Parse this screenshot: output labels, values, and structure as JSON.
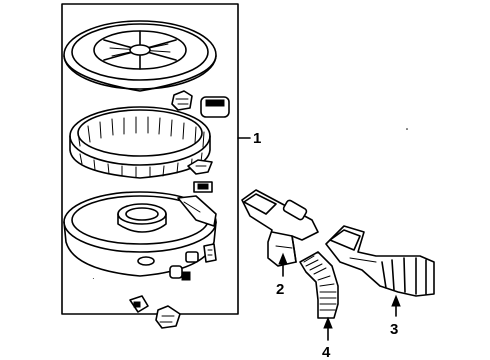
{
  "diagram": {
    "type": "exploded-parts-diagram",
    "callouts": [
      {
        "id": "1",
        "label": "1"
      },
      {
        "id": "2",
        "label": "2"
      },
      {
        "id": "3",
        "label": "3"
      },
      {
        "id": "4",
        "label": "4"
      }
    ],
    "parts": [
      {
        "name": "air-cleaner-cover"
      },
      {
        "name": "air-filter-element"
      },
      {
        "name": "air-cleaner-housing"
      },
      {
        "name": "intake-duct"
      },
      {
        "name": "intake-hose"
      },
      {
        "name": "flex-hose"
      }
    ]
  },
  "colors": {
    "line": "#000000",
    "background": "#ffffff"
  }
}
